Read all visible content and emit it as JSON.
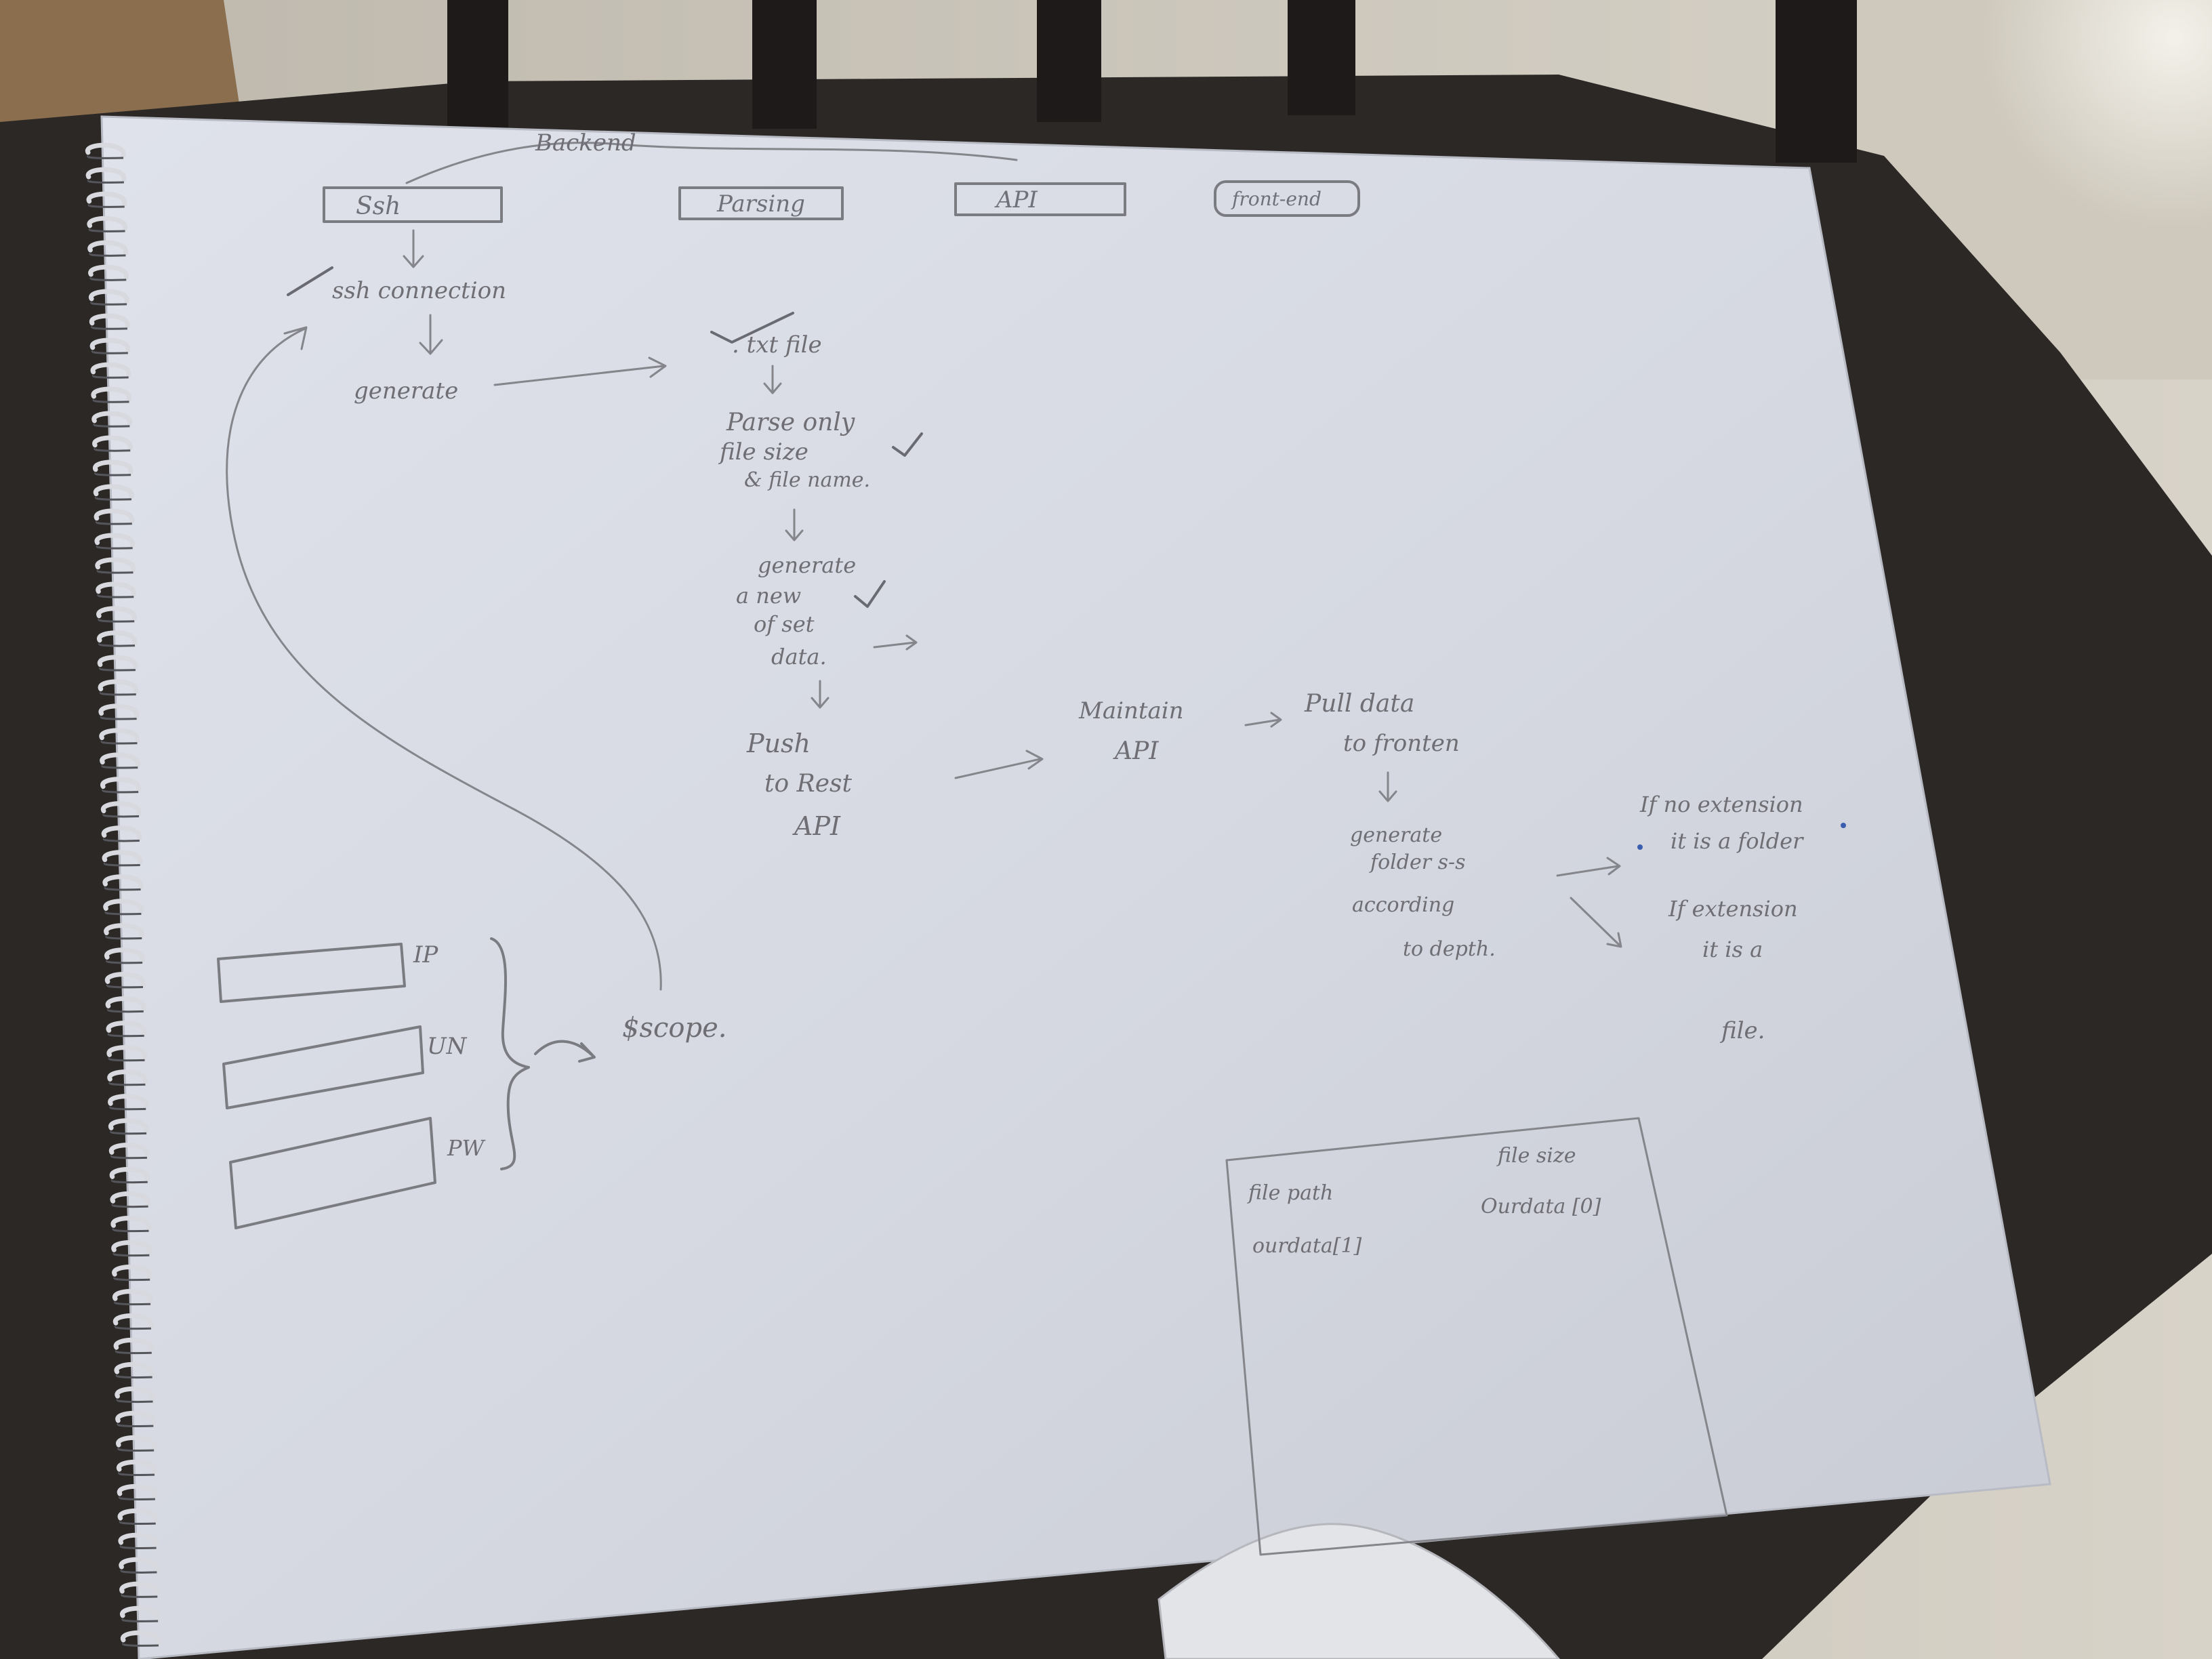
{
  "header": {
    "group_label": "Backend",
    "columns": [
      "Ssh",
      "Parsing",
      "API",
      "front-end"
    ]
  },
  "ssh_column": {
    "step1": "ssh connection",
    "step2": "generate"
  },
  "parsing_column": {
    "step1": ". txt file",
    "step2_lines": [
      "Parse only",
      "file size",
      "& file name."
    ],
    "step3_lines": [
      "generate",
      "a new",
      "of set",
      "data."
    ],
    "step4_lines": [
      "Push",
      "to Rest",
      "API"
    ]
  },
  "api_column": {
    "maintain_lines": [
      "Maintain",
      "API"
    ]
  },
  "frontend_column": {
    "pull_lines": [
      "Pull data",
      "to fronten"
    ],
    "generate_lines": [
      "generate",
      "folder s-s",
      "according",
      "to depth."
    ],
    "rule_folder_lines": [
      "If no extension",
      "it is a folder"
    ],
    "rule_file_lines": [
      "If extension",
      "it is a",
      "file."
    ]
  },
  "inputs": {
    "fields": [
      "IP",
      "UN",
      "PW"
    ],
    "target": "$scope."
  },
  "table_sketch": {
    "headers": [
      "file path",
      "file size"
    ],
    "cells": [
      "ourdata[1]",
      "Ourdata [0]"
    ]
  }
}
